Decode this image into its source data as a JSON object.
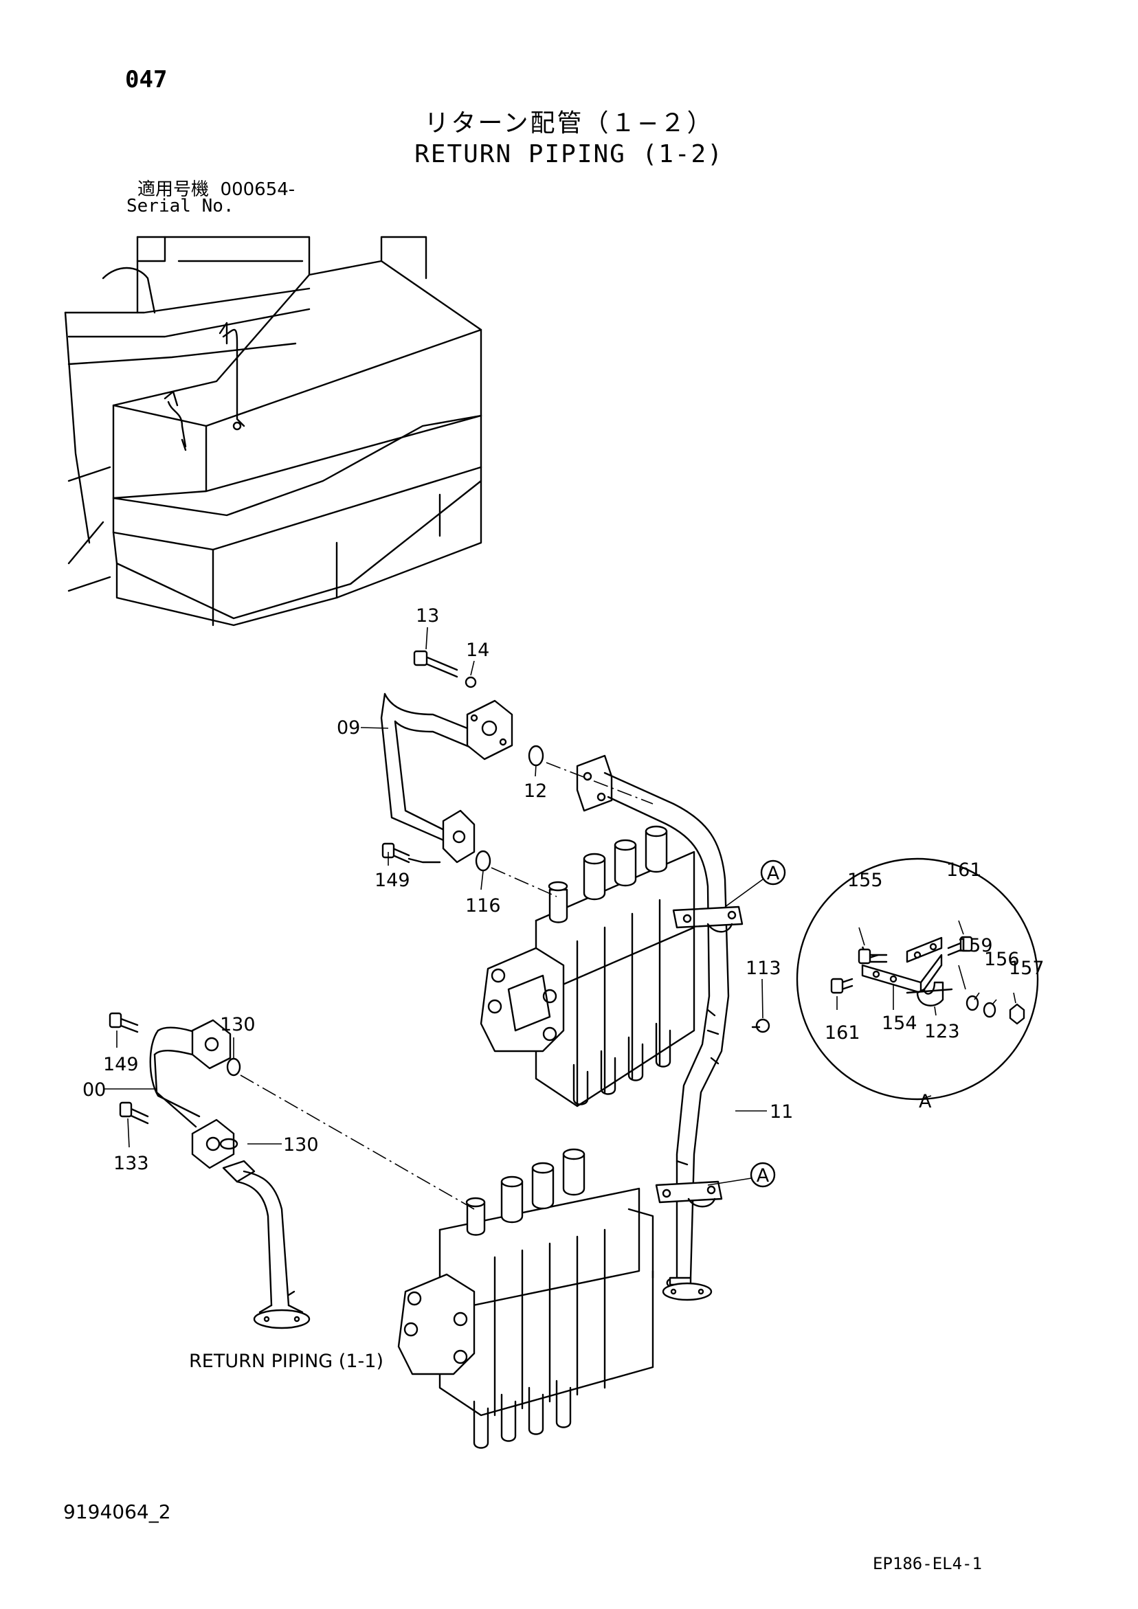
{
  "page": {
    "number": "047",
    "title_jp": "リターン配管（１−２）",
    "title_en": "RETURN PIPING (1-2)",
    "serial_label_jp": "適用号機",
    "serial_value": "000654-",
    "serial_label_en": "Serial No.",
    "doc_id": "9194064_2",
    "figure_code": "EP186-EL4-1"
  },
  "callouts": {
    "p13": "13",
    "p14": "14",
    "p09": "09",
    "p12": "12",
    "p149a": "149",
    "p116": "116",
    "p155": "155",
    "p161a": "161",
    "p159": "159",
    "p156": "156",
    "p157": "157",
    "p161b": "161",
    "p154": "154",
    "p123": "123",
    "p113": "113",
    "p130a": "130",
    "p149b": "149",
    "p00": "00",
    "p133": "133",
    "p130b": "130",
    "p11": "11"
  },
  "detail": {
    "marker": "A",
    "caption": "A"
  },
  "references": {
    "return_piping_1_1": "RETURN PIPING (1-1)"
  }
}
